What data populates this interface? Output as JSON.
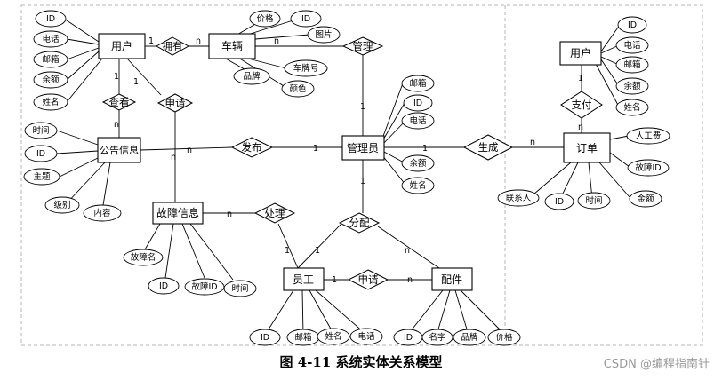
{
  "caption": "图 4-11  系统实体关系模型",
  "watermark": "CSDN @编程指南针",
  "entities": {
    "user": "用户",
    "vehicle": "车辆",
    "announcement": "公告信息",
    "admin": "管理员",
    "fault": "故障信息",
    "employee": "员工",
    "part": "配件",
    "order": "订单",
    "order_user": "用户"
  },
  "relations": {
    "own": "拥有",
    "manage": "管理",
    "view": "查看",
    "apply_user": "申请",
    "publish": "发布",
    "generate": "生成",
    "pay": "支付",
    "handle": "处理",
    "assign": "分配",
    "apply_employee": "申请"
  },
  "attributes": {
    "user": [
      "ID",
      "电话",
      "邮箱",
      "余额",
      "姓名"
    ],
    "vehicle": [
      "价格",
      "ID",
      "图片",
      "品牌",
      "车牌号",
      "颜色"
    ],
    "announcement": [
      "时间",
      "ID",
      "主题",
      "级别",
      "内容"
    ],
    "admin": [
      "邮箱",
      "ID",
      "电话",
      "余额",
      "姓名"
    ],
    "order_user": [
      "ID",
      "电话",
      "邮箱",
      "余额",
      "姓名"
    ],
    "order": [
      "人工费",
      "故障ID",
      "金额",
      "联系人",
      "ID",
      "时间"
    ],
    "fault": [
      "故障名",
      "ID",
      "故障ID",
      "时间"
    ],
    "employee": [
      "ID",
      "邮箱",
      "姓名",
      "电话"
    ],
    "part": [
      "ID",
      "名字",
      "品牌",
      "价格"
    ]
  },
  "cardinalities": {
    "own_user": "1",
    "own_vehicle": "n",
    "manage_vehicle": "n",
    "manage_admin": "1",
    "view_user": "1",
    "view_announcement": "n",
    "apply_user_user": "1",
    "apply_user_fault": "n",
    "publish_announcement": "n",
    "publish_admin": "1",
    "generate_admin": "1",
    "generate_order": "n",
    "pay_user": "1",
    "pay_order": "n",
    "handle_fault": "n",
    "handle_employee": "1",
    "assign_admin": "1",
    "assign_employee": "1",
    "assign_part": "n",
    "apply_emp_employee": "1",
    "apply_emp_part": "n"
  }
}
